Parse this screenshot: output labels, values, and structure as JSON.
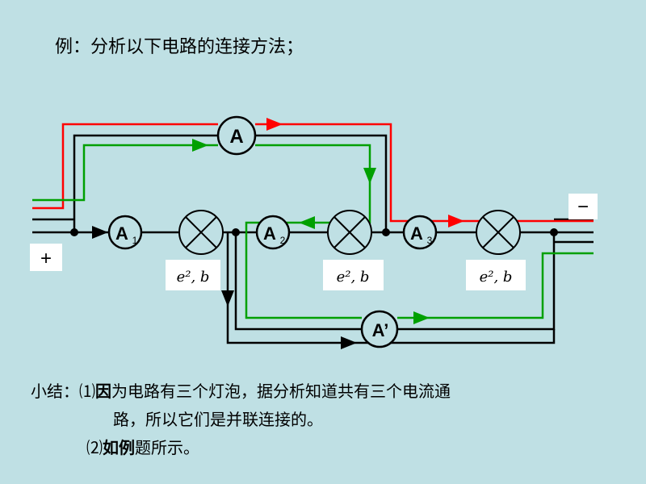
{
  "title": "例：分析以下电路的连接方法；",
  "circuit": {
    "meters": {
      "A": "A",
      "A1": "A",
      "A1_sub": "1",
      "A2": "A",
      "A2_sub": "2",
      "A3": "A",
      "A3_sub": "3",
      "Aprime": "A’"
    },
    "terminals": {
      "plus": "+",
      "minus": "−"
    },
    "lamp_labels": [
      "e², b",
      "e², b",
      "e², b"
    ]
  },
  "summary": {
    "label": "小结：",
    "item1_prefix": "⑴",
    "item1_bold": "因",
    "item1_text": "为电路有三个灯泡，据分析知道共有三个电流通",
    "item1_cont": "路，所以它们是并联连接的。",
    "item2_prefix": "⑵",
    "item2_bold": "如例",
    "item2_text": "题所示。"
  },
  "colors": {
    "background": "#bfe0e4",
    "red_path": "#ff0000",
    "green_path": "#00a000",
    "wire": "#000000",
    "label_box": "#ffffff"
  }
}
